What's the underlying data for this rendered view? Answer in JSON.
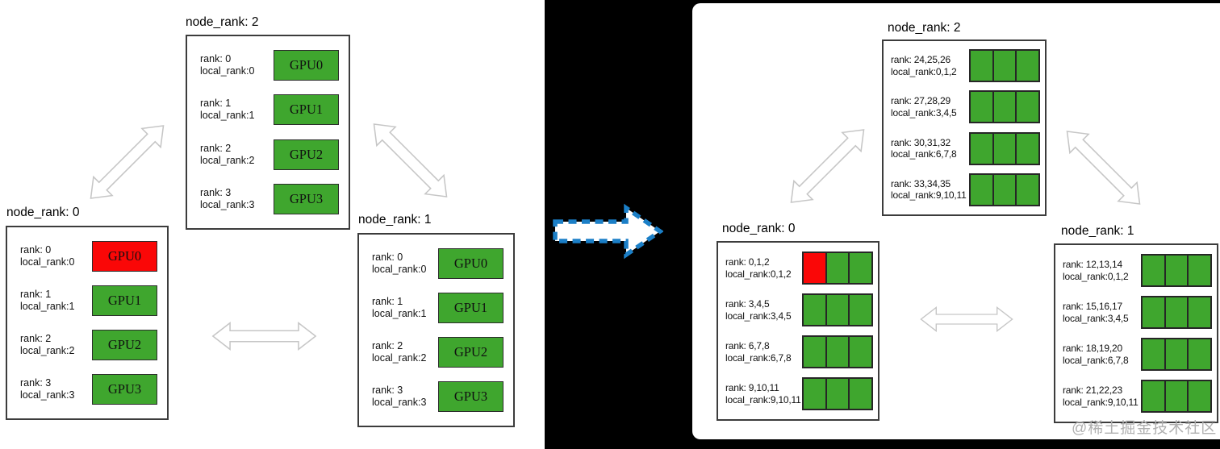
{
  "colors": {
    "gpu_green": "#3fa62e",
    "gpu_red": "#fa0707",
    "arrow_blue": "#1b7fc7",
    "arrow_gray": "#c6c6c6",
    "node_border": "#3c3c3c",
    "background_band": "#000000",
    "watermark_gray": "#b0b0b0"
  },
  "left": {
    "nodes": [
      {
        "title": "node_rank: 2",
        "rows": [
          {
            "rank": "rank: 0",
            "local": "local_rank:0",
            "gpu": "GPU0",
            "state": "gpu-green"
          },
          {
            "rank": "rank: 1",
            "local": "local_rank:1",
            "gpu": "GPU1",
            "state": "gpu-green"
          },
          {
            "rank": "rank: 2",
            "local": "local_rank:2",
            "gpu": "GPU2",
            "state": "gpu-green"
          },
          {
            "rank": "rank: 3",
            "local": "local_rank:3",
            "gpu": "GPU3",
            "state": "gpu-green"
          }
        ]
      },
      {
        "title": "node_rank: 0",
        "rows": [
          {
            "rank": "rank: 0",
            "local": "local_rank:0",
            "gpu": "GPU0",
            "state": "gpu-red"
          },
          {
            "rank": "rank: 1",
            "local": "local_rank:1",
            "gpu": "GPU1",
            "state": "gpu-green"
          },
          {
            "rank": "rank: 2",
            "local": "local_rank:2",
            "gpu": "GPU2",
            "state": "gpu-green"
          },
          {
            "rank": "rank: 3",
            "local": "local_rank:3",
            "gpu": "GPU3",
            "state": "gpu-green"
          }
        ]
      },
      {
        "title": "node_rank: 1",
        "rows": [
          {
            "rank": "rank: 0",
            "local": "local_rank:0",
            "gpu": "GPU0",
            "state": "gpu-green"
          },
          {
            "rank": "rank: 1",
            "local": "local_rank:1",
            "gpu": "GPU1",
            "state": "gpu-green"
          },
          {
            "rank": "rank: 2",
            "local": "local_rank:2",
            "gpu": "GPU2",
            "state": "gpu-green"
          },
          {
            "rank": "rank: 3",
            "local": "local_rank:3",
            "gpu": "GPU3",
            "state": "gpu-green"
          }
        ]
      }
    ]
  },
  "right": {
    "nodes": [
      {
        "title": "node_rank: 2",
        "rows": [
          {
            "rank": "rank: 24,25,26",
            "local": "local_rank:0,1,2",
            "cells": [
              "cell-green",
              "cell-green",
              "cell-green"
            ]
          },
          {
            "rank": "rank: 27,28,29",
            "local": "local_rank:3,4,5",
            "cells": [
              "cell-green",
              "cell-green",
              "cell-green"
            ]
          },
          {
            "rank": "rank: 30,31,32",
            "local": "local_rank:6,7,8",
            "cells": [
              "cell-green",
              "cell-green",
              "cell-green"
            ]
          },
          {
            "rank": "rank: 33,34,35",
            "local": "local_rank:9,10,11",
            "cells": [
              "cell-green",
              "cell-green",
              "cell-green"
            ]
          }
        ]
      },
      {
        "title": "node_rank: 0",
        "rows": [
          {
            "rank": "rank: 0,1,2",
            "local": "local_rank:0,1,2",
            "cells": [
              "cell-red",
              "cell-green",
              "cell-green"
            ]
          },
          {
            "rank": "rank: 3,4,5",
            "local": "local_rank:3,4,5",
            "cells": [
              "cell-green",
              "cell-green",
              "cell-green"
            ]
          },
          {
            "rank": "rank: 6,7,8",
            "local": "local_rank:6,7,8",
            "cells": [
              "cell-green",
              "cell-green",
              "cell-green"
            ]
          },
          {
            "rank": "rank: 9,10,11",
            "local": "local_rank:9,10,11",
            "cells": [
              "cell-green",
              "cell-green",
              "cell-green"
            ]
          }
        ]
      },
      {
        "title": "node_rank: 1",
        "rows": [
          {
            "rank": "rank: 12,13,14",
            "local": "local_rank:0,1,2",
            "cells": [
              "cell-green",
              "cell-green",
              "cell-green"
            ]
          },
          {
            "rank": "rank: 15,16,17",
            "local": "local_rank:3,4,5",
            "cells": [
              "cell-green",
              "cell-green",
              "cell-green"
            ]
          },
          {
            "rank": "rank: 18,19,20",
            "local": "local_rank:6,7,8",
            "cells": [
              "cell-green",
              "cell-green",
              "cell-green"
            ]
          },
          {
            "rank": "rank: 21,22,23",
            "local": "local_rank:9,10,11",
            "cells": [
              "cell-green",
              "cell-green",
              "cell-green"
            ]
          }
        ]
      }
    ]
  },
  "watermark": "@稀土掘金技术社区"
}
